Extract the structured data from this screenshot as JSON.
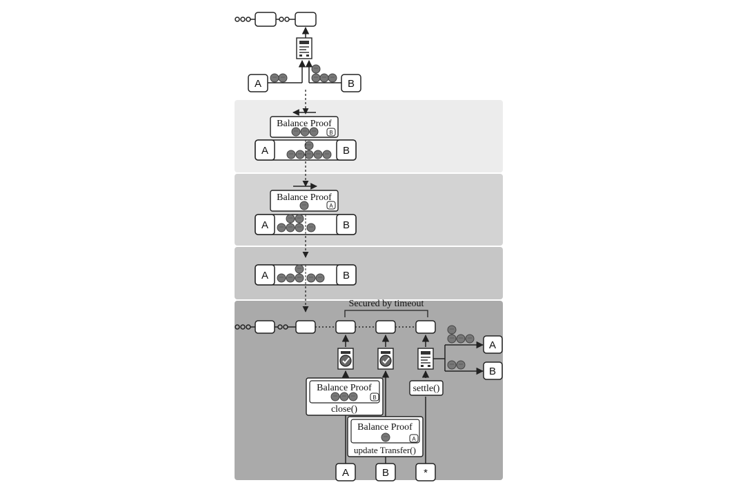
{
  "parties": {
    "a": "A",
    "b": "B",
    "any": "*"
  },
  "balance_proof_title": "Balance Proof",
  "signer_a": "A",
  "signer_b": "B",
  "secured_label": "Secured by timeout",
  "close_label": "close()",
  "update_label": "update Transfer()",
  "settle_label": "settle()",
  "colors": {
    "panel1": "#ececec",
    "panel2": "#d3d3d3",
    "panel3": "#c6c6c6",
    "panel4": "#aaaaaa",
    "coin": "#777777",
    "coin_stroke": "#444444",
    "ink": "#222222"
  }
}
